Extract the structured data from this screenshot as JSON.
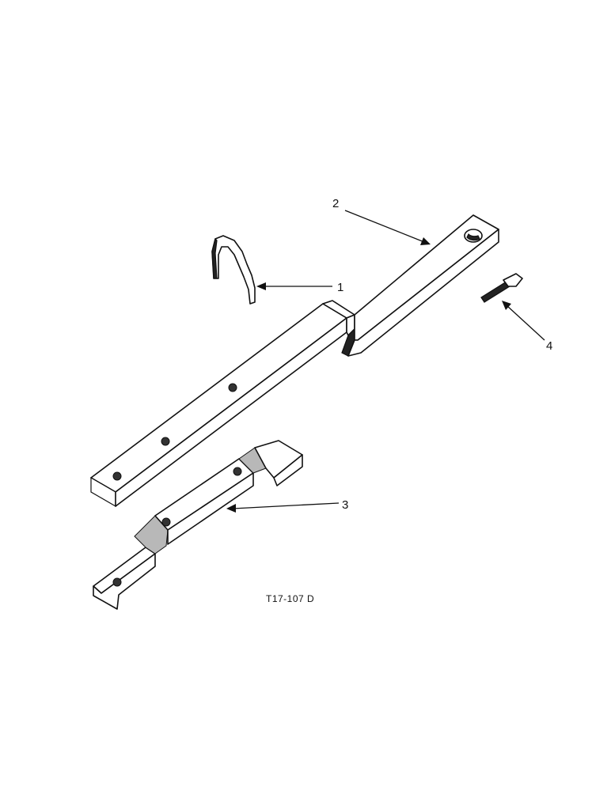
{
  "callouts": [
    {
      "id": "1",
      "text": "1"
    },
    {
      "id": "2",
      "text": "2"
    },
    {
      "id": "3",
      "text": "3"
    },
    {
      "id": "4",
      "text": "4"
    }
  ],
  "drawing_code": "T17-107 D",
  "colors": {
    "line": "#111111",
    "background": "#ffffff",
    "shading": "#b8b8b8"
  }
}
